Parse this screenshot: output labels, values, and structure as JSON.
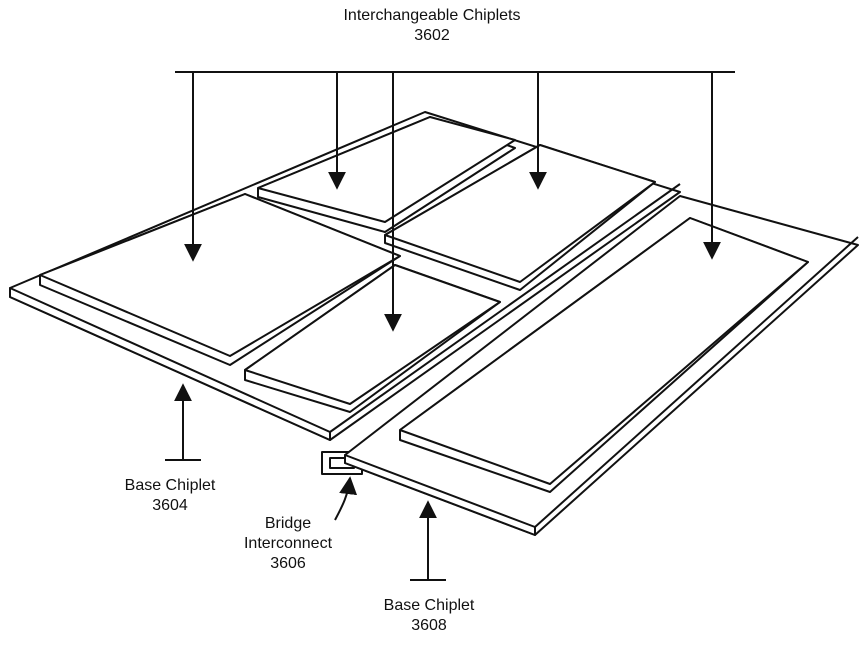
{
  "labels": {
    "interchangeable": {
      "name": "Interchangeable Chiplets",
      "ref": "3602"
    },
    "base_chiplet_left": {
      "name": "Base Chiplet",
      "ref": "3604"
    },
    "bridge": {
      "name_line1": "Bridge",
      "name_line2": "Interconnect",
      "ref": "3606"
    },
    "base_chiplet_right": {
      "name": "Base Chiplet",
      "ref": "3608"
    }
  },
  "colors": {
    "stroke": "#111111",
    "fill": "#ffffff"
  }
}
